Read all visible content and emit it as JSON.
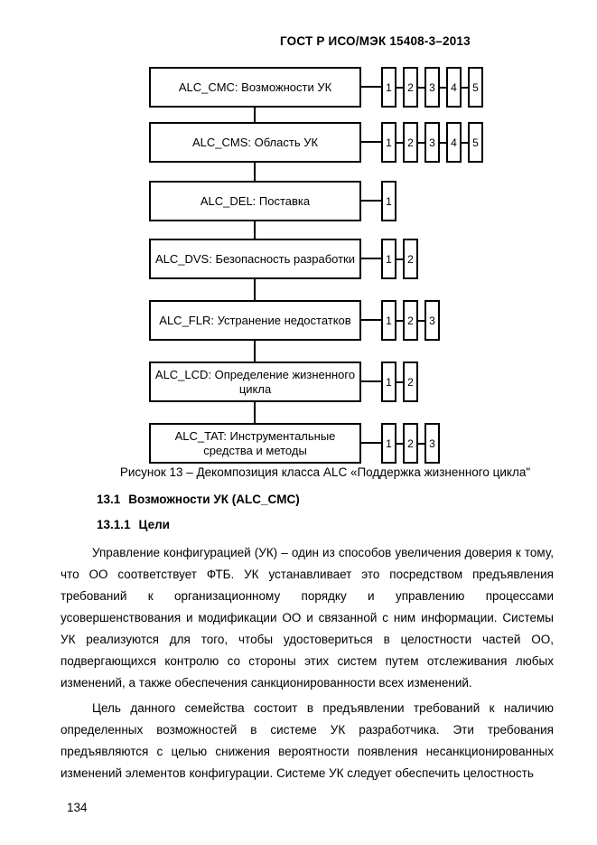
{
  "page": {
    "header": "ГОСТ Р ИСО/МЭК 15408-3–2013",
    "page_number": "134"
  },
  "figure": {
    "caption": "Рисунок 13 – Декомпозиция класса ALC «Поддержка жизненного цикла\"",
    "families": [
      {
        "label": "ALC_CMC: Возможности УК",
        "components": [
          "1",
          "2",
          "3",
          "4",
          "5"
        ]
      },
      {
        "label": "ALC_CMS: Область УК",
        "components": [
          "1",
          "2",
          "3",
          "4",
          "5"
        ]
      },
      {
        "label": "ALC_DEL: Поставка",
        "components": [
          "1"
        ]
      },
      {
        "label": "ALC_DVS: Безопасность разработки",
        "components": [
          "1",
          "2"
        ]
      },
      {
        "label": "ALC_FLR: Устранение недостатков",
        "components": [
          "1",
          "2",
          "3"
        ]
      },
      {
        "label": "ALC_LCD: Определение жизненного цикла",
        "components": [
          "1",
          "2"
        ]
      },
      {
        "label": "ALC_TAT: Инструментальные средства и методы",
        "components": [
          "1",
          "2",
          "3"
        ]
      }
    ]
  },
  "sections": {
    "h1": {
      "number": "13.1",
      "title": "Возможности УК (ALC_CMC)"
    },
    "h2": {
      "number": "13.1.1",
      "title": "Цели"
    },
    "p1": "Управление конфигурацией (УК) – один из способов увеличения доверия к тому, что ОО соответствует ФТБ. УК устанавливает это посредством предъявления требований к организационному порядку и управлению процессами усовершенствования и модификации ОО и связанной с ним информации. Системы УК реализуются для того, чтобы удостовериться в целостности частей ОО, подвергающихся контролю со стороны этих систем путем отслеживания любых изменений, а также обеспечения санкционированности всех изменений.",
    "p2": "Цель данного семейства состоит в предъявлении требований к наличию определенных возможностей в системе УК разработчика. Эти требования предъявляются с целью снижения вероятности появления несанкционированных изменений элементов конфигурации. Системе УК следует обеспечить целостность"
  }
}
